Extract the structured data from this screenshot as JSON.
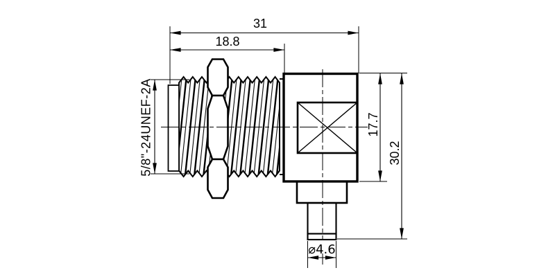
{
  "drawing": {
    "kind": "technical-dimension-drawing",
    "labels": {
      "overall_length": "31",
      "thread_length": "18.8",
      "thread_spec": "5/8\"-24UNEF-2A",
      "body_height": "17.7",
      "overall_height": "30.2",
      "cable_entry_diameter": "⌀4.6"
    },
    "colors": {
      "line": "#000000",
      "background": "#ffffff"
    }
  }
}
